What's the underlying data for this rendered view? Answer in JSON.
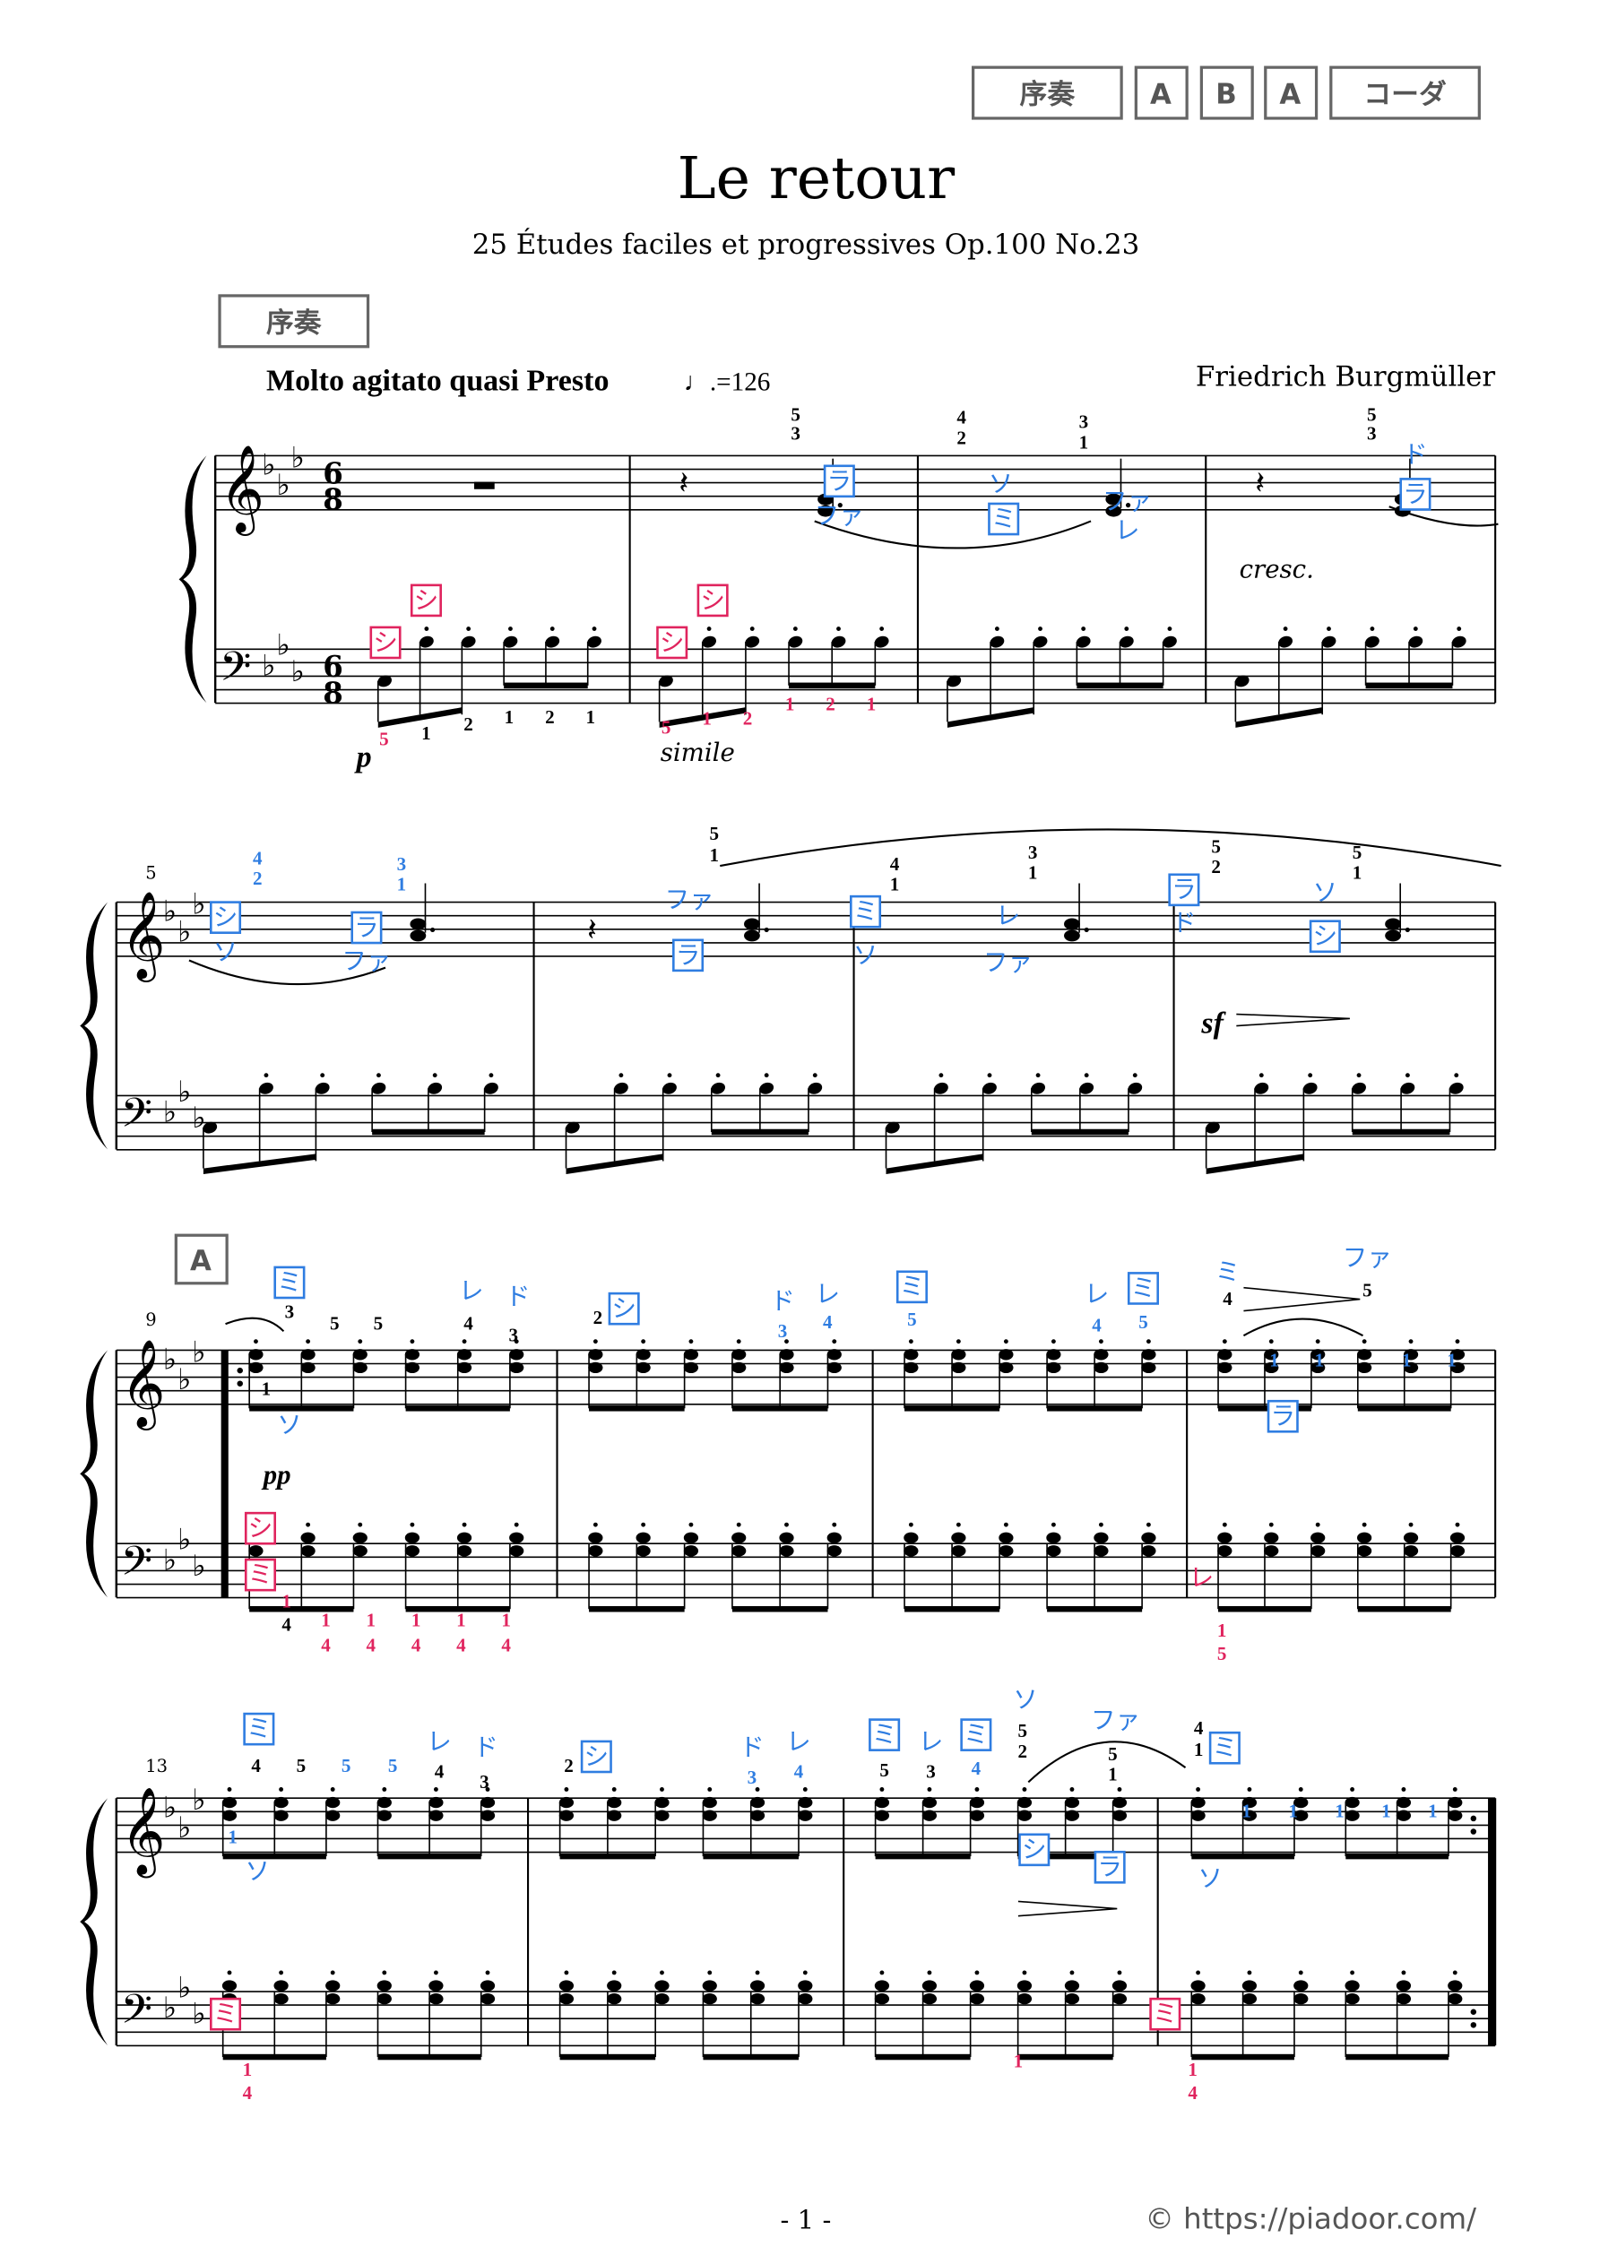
{
  "nav_tabs": [
    "序奏",
    "A",
    "B",
    "A",
    "コーダ"
  ],
  "title": "Le retour",
  "subtitle": "25 Études faciles et progressives Op.100 No.23",
  "section_labels": {
    "intro": "序奏",
    "a": "A"
  },
  "tempo": {
    "text": "Molto agitato quasi Presto",
    "mark": "♩.=126"
  },
  "composer": "Friedrich Burgmüller",
  "measure_numbers": [
    "5",
    "9",
    "13"
  ],
  "dynamics": {
    "p": "p",
    "simile": "simile",
    "cresc": "cresc.",
    "sf": "sf",
    "pp": "pp"
  },
  "system1": {
    "blue_solfege": [
      "ラ",
      "ファ",
      "ソ",
      "ミ",
      "ファ",
      "レ",
      "ド",
      "ラ"
    ],
    "red_solfege": [
      "シ",
      "シ",
      "シ",
      "シ"
    ],
    "fingering_treble": [
      "5",
      "3",
      "4",
      "2",
      "3",
      "1",
      "5",
      "3"
    ],
    "fingering_bass_black": [
      "1",
      "2",
      "1",
      "2",
      "1"
    ],
    "fingering_bass_red": [
      "5",
      "5",
      "1",
      "2",
      "1",
      "2",
      "1"
    ]
  },
  "system2": {
    "blue_solfege": [
      "シ",
      "ソ",
      "ラ",
      "ファ",
      "ファ",
      "ラ",
      "ミ",
      "ソ",
      "レ",
      "ファ",
      "ラ",
      "ド",
      "ソ",
      "シ"
    ],
    "fingering_blue": [
      "4",
      "2",
      "3",
      "1"
    ],
    "fingering_black": [
      "5",
      "1",
      "4",
      "1",
      "3",
      "1",
      "5",
      "2",
      "5",
      "1"
    ]
  },
  "system3": {
    "blue_solfege": [
      "ミ",
      "ソ",
      "レ",
      "ド",
      "シ",
      "ド",
      "レ",
      "ミ",
      "レ",
      "ミ",
      "ミ",
      "ファ",
      "ラ"
    ],
    "fingering_black": [
      "3",
      "5",
      "5",
      "4",
      "3",
      "1",
      "2",
      "4",
      "5"
    ],
    "fingering_blue": [
      "3",
      "4",
      "5",
      "4",
      "5",
      "1",
      "1",
      "1",
      "1"
    ],
    "red_solfege": [
      "シ",
      "ミ",
      "レ"
    ],
    "fingering_red": [
      "1",
      "1",
      "4",
      "1",
      "4",
      "1",
      "4",
      "1",
      "4",
      "1",
      "4",
      "1",
      "5"
    ],
    "fingering_bass_black": [
      "4"
    ]
  },
  "system4": {
    "blue_solfege": [
      "ミ",
      "レ",
      "ド",
      "ソ",
      "シ",
      "ド",
      "レ",
      "ミ",
      "レ",
      "ミ",
      "ソ",
      "ファ",
      "シ",
      "ラ",
      "ミ",
      "ソ"
    ],
    "fingering_black": [
      "4",
      "5",
      "4",
      "3",
      "2",
      "5",
      "3",
      "5",
      "2",
      "5",
      "1",
      "4",
      "1"
    ],
    "fingering_blue": [
      "5",
      "5",
      "1",
      "3",
      "4",
      "4",
      "1",
      "1",
      "1",
      "1",
      "1"
    ],
    "red_solfege": [
      "ミ",
      "ミ"
    ],
    "fingering_red": [
      "1",
      "4",
      "1",
      "1",
      "4"
    ]
  },
  "footer": {
    "page": "- 1 -",
    "copyright": "© https://piadoor.com/"
  }
}
